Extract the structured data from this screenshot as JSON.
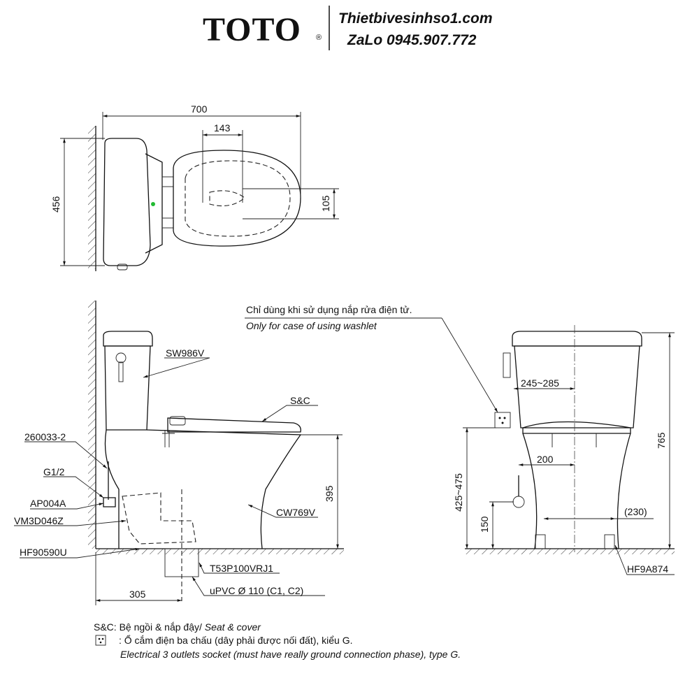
{
  "header": {
    "brand": "TOTO",
    "registered_mark": "®",
    "website": "Thietbivesinhso1.com",
    "contact": "ZaLo 0945.907.772"
  },
  "top_view": {
    "dim_length": "700",
    "dim_center_offset": "143",
    "dim_width": "456",
    "dim_outlet_offset": "105"
  },
  "side_view": {
    "parts": {
      "flush_lever": "SW986V",
      "seat_cover": "S&C",
      "supply_hose": "260033-2",
      "thread": "G1/2",
      "stop_valve": "AP004A",
      "fitting": "VM3D046Z",
      "floor_flange": "HF90590U",
      "bowl": "CW769V",
      "adapter": "T53P100VRJ1",
      "pipe": "uPVC Ø 110 (C1, C2)"
    },
    "dim_height_seat": "395",
    "dim_rough_in": "305"
  },
  "front_view": {
    "note_vi": "Chỉ dùng khi sử dụng nắp rửa điện tử.",
    "note_en": "Only for case of using washlet",
    "dim_supply_offset": "245~285",
    "dim_socket_height": "425~475",
    "dim_total_height": "765",
    "dim_valve_offset": "200",
    "dim_valve_height": "150",
    "dim_bolt_spacing": "(230)",
    "bolt_part": "HF9A874"
  },
  "legend": {
    "sc_abbr": "S&C: Bệ ngồi & nắp đậy/ ",
    "sc_en": "Seat & cover",
    "socket_vi": ": Ổ cắm điện ba chấu (dây phải được nối đất), kiểu G.",
    "socket_en": "Electrical 3 outlets socket (must have really ground connection phase), type G."
  },
  "colors": {
    "line": "#111111",
    "indicator": "#22bb33"
  }
}
